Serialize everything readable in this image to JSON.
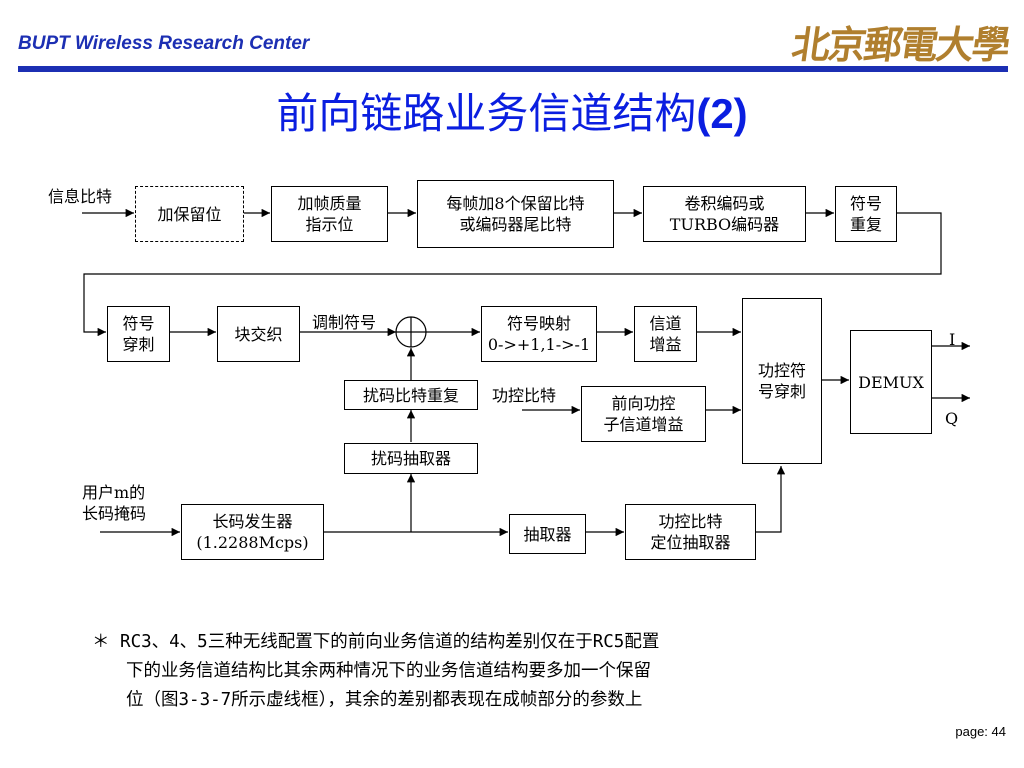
{
  "header": {
    "org": "BUPT Wireless Research Center",
    "logo_text": "北京郵電大學"
  },
  "title": {
    "text": "前向链路业务信道结构",
    "suffix": "(2)"
  },
  "diagram": {
    "blocks": {
      "add_reserved": "加保留位",
      "frame_quality": "加帧质量\n指示位",
      "tail_bits": "每帧加8个保留比特\n或编码器尾比特",
      "encoder": "卷积编码或\nTURBO编码器",
      "repetition": "符号\n重复",
      "puncture": "符号\n穿刺",
      "interleaver": "块交织",
      "mapping": "符号映射\n0->+1,1->-1",
      "channel_gain": "信道\n增益",
      "pc_puncture": "功控符\n号穿刺",
      "demux": "DEMUX",
      "scramble_rep": "扰码比特重复",
      "pc_subchannel_gain": "前向功控\n子信道增益",
      "scramble_decim": "扰码抽取器",
      "long_code_gen": "长码发生器\n(1.2288Mcps)",
      "decimator": "抽取器",
      "pc_pos_decim": "功控比特\n定位抽取器"
    },
    "labels": {
      "info_bits": "信息比特",
      "mod_symbols": "调制符号",
      "pc_bits": "功控比特",
      "user_mask": "用户m的\n长码掩码",
      "out_i": "I",
      "out_q": "Q"
    }
  },
  "note": {
    "line1": "＊ RC3、4、5三种无线配置下的前向业务信道的结构差别仅在于RC5配置",
    "line2": "下的业务信道结构比其余两种情况下的业务信道结构要多加一个保留",
    "line3": "位（图3-3-7所示虚线框），其余的差别都表现在成帧部分的参数上"
  },
  "footer": {
    "page": "page: 44"
  }
}
